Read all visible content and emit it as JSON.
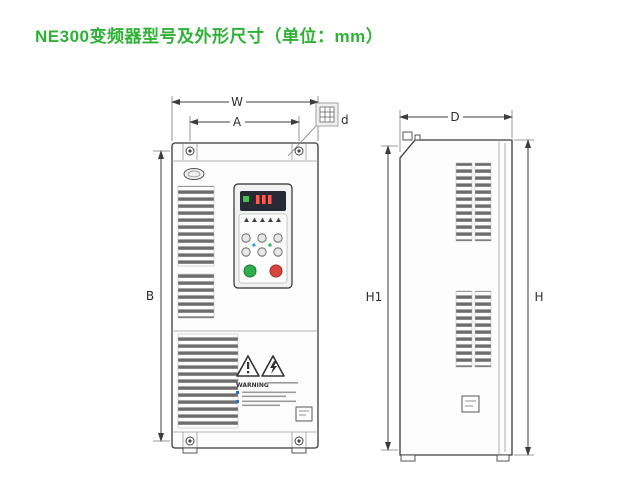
{
  "page": {
    "title": "NE300变频器型号及外形尺寸（单位：mm）"
  },
  "front_view": {
    "dim_width_label": "W",
    "dim_hole_span_label": "A",
    "dim_height_label": "B",
    "mount_hole_label": "d",
    "warning_title": "WARNING"
  },
  "side_view": {
    "dim_depth_label": "D",
    "dim_mount_height_label": "H1",
    "dim_total_height_label": "H"
  },
  "colors": {
    "title_green": "#2eb135",
    "run_button_green": "#2fae4e",
    "stop_button_red": "#d8453a",
    "line_dark": "#3a3a3a"
  }
}
